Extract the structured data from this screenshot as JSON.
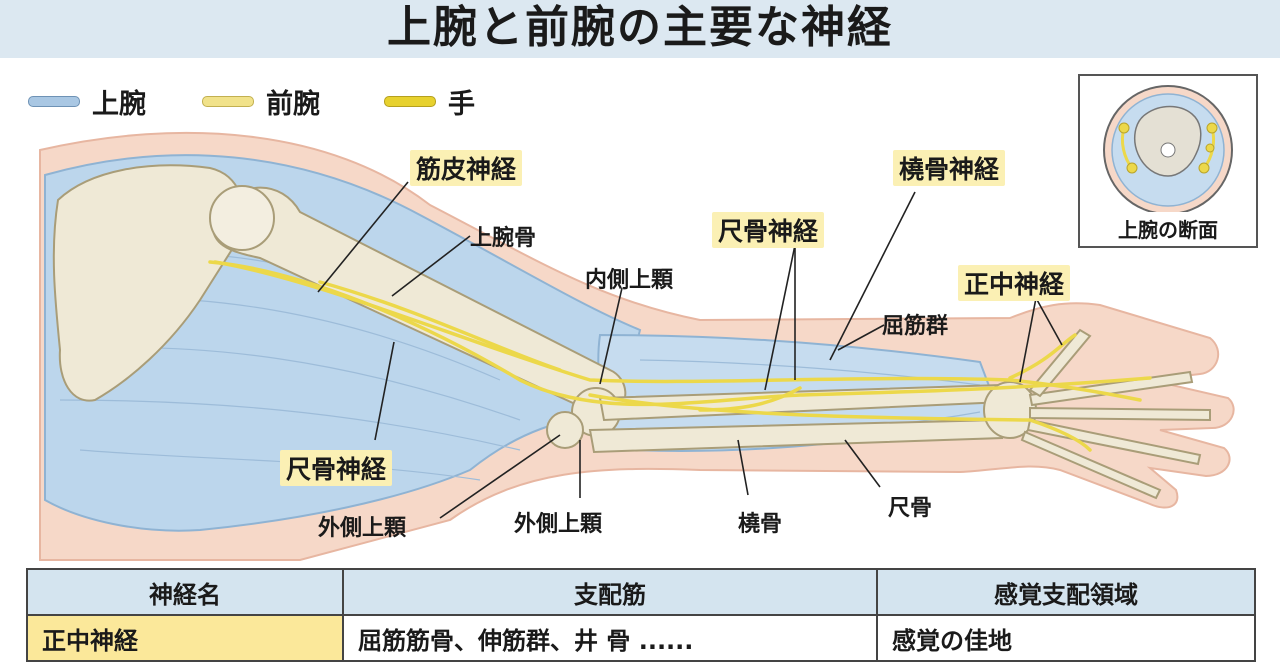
{
  "title": "上腕と前腕の主要な神経",
  "legend": [
    {
      "label": "上腕",
      "color": "#a9c7e3"
    },
    {
      "label": "前腕",
      "color": "#f1e28a"
    },
    {
      "label": "手",
      "color": "#e7d12e"
    }
  ],
  "labels": {
    "musculocutaneous": "筋皮神経",
    "humerus": "上腕骨",
    "medial_epicondyle": "内側上顆",
    "ulnar_nerve_top": "尺骨神経",
    "radial_nerve": "橈骨神経",
    "median_nerve": "正中神経",
    "flexors": "屈筋群",
    "ulnar_nerve_left": "尺骨神経",
    "lateral_epicondyle_1": "外側上顆",
    "lateral_epicondyle_2": "外側上顆",
    "radius": "橈骨",
    "ulna": "尺骨"
  },
  "inset": {
    "label": "上腕の断面"
  },
  "table": {
    "headers": [
      "神経名",
      "支配筋",
      "感覚支配領域"
    ],
    "rows": [
      [
        "正中神経",
        "屈筋筋骨、伸筋群、井 骨 ......",
        "感覚の佳地"
      ]
    ]
  },
  "colors": {
    "title_bg": "#dce8f1",
    "skin": "#f6d8c8",
    "muscle": "#bcd6ec",
    "bone": "#efe9d6",
    "nerve": "#ecd84a",
    "highlight": "#fbf0b4",
    "table_header": "#d4e4ef",
    "table_first_cell": "#fbe89a"
  }
}
